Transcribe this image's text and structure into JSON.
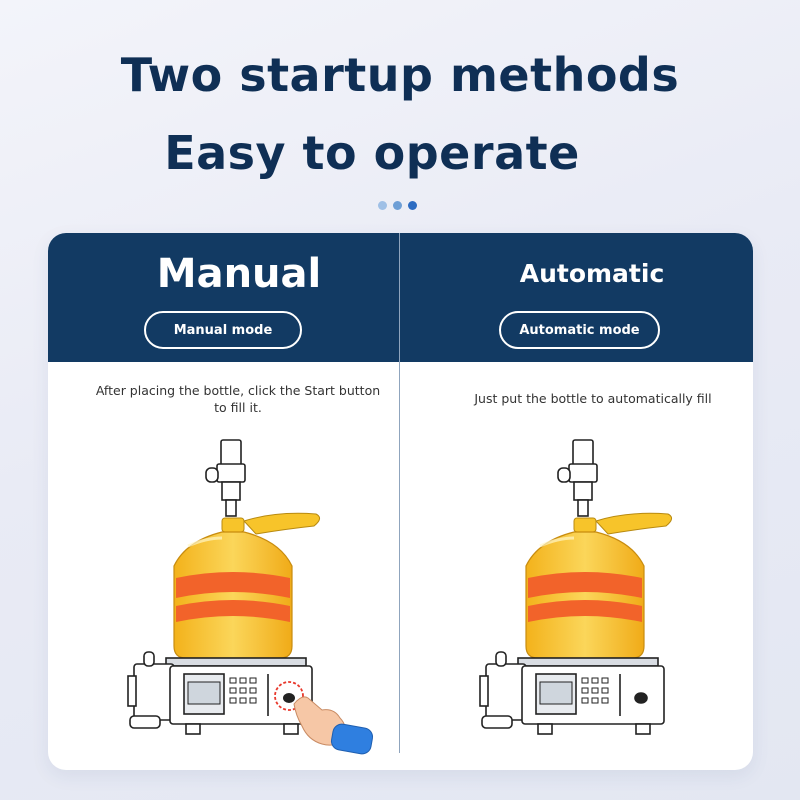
{
  "headline": {
    "line1": "Two startup methods",
    "line2": "Easy to operate"
  },
  "pager": {
    "dot_colors": [
      "#9fc0e6",
      "#6e9fd6",
      "#2d6cc2"
    ]
  },
  "panels": {
    "manual": {
      "title": "Manual",
      "button_label": "Manual mode",
      "description": "After placing the bottle, click the Start button to fill it."
    },
    "automatic": {
      "title": "Automatic",
      "button_label": "Automatic mode",
      "description": "Just put the bottle to automatically fill"
    }
  },
  "colors": {
    "header_bg": "#123a63",
    "title_text": "#0f2f55",
    "oil": "#f7c42a",
    "label_band": "#f2632a"
  }
}
